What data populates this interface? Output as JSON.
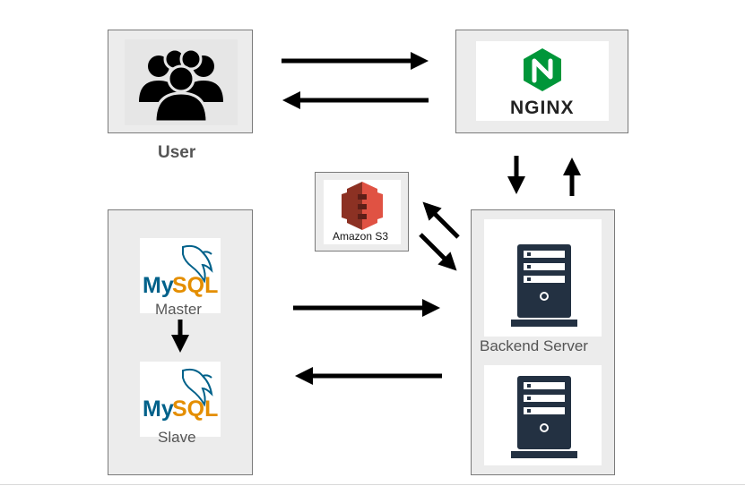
{
  "nodes": {
    "user": {
      "label": "User"
    },
    "nginx": {
      "logo_text": "NGINX"
    },
    "s3": {
      "label": "Amazon S3"
    },
    "database": {
      "master": {
        "logo_text_my": "My",
        "logo_text_sql": "SQL",
        "label": "Master"
      },
      "slave": {
        "logo_text_my": "My",
        "logo_text_sql": "SQL",
        "label": "Slave"
      }
    },
    "backend": {
      "label": "Backend Server"
    }
  },
  "colors": {
    "nginx_green": "#009639",
    "s3_red": "#d9432b",
    "mysql_blue": "#00618a",
    "mysql_orange": "#e48e00",
    "server_dark": "#233142",
    "arrow": "#000000"
  },
  "icons": [
    "users-group-icon",
    "nginx-logo-icon",
    "amazon-s3-icon",
    "mysql-logo-icon",
    "server-icon"
  ]
}
